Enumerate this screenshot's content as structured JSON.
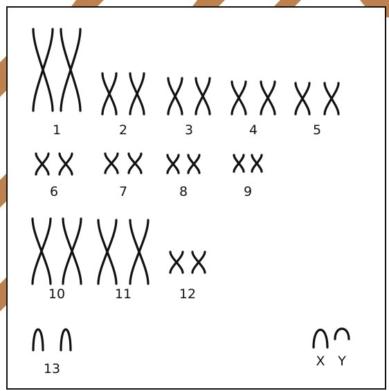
{
  "colors": {
    "background": "#ffffff",
    "frame": "#111111",
    "ink": "#111111",
    "watermark": "#b36a2e"
  },
  "karyotype": {
    "groups": [
      {
        "label": "1",
        "type": "x-pair",
        "size": "large"
      },
      {
        "label": "2",
        "type": "x-pair",
        "size": "medium"
      },
      {
        "label": "3",
        "type": "x-pair",
        "size": "medium"
      },
      {
        "label": "4",
        "type": "x-pair",
        "size": "medium"
      },
      {
        "label": "5",
        "type": "x-pair",
        "size": "medium"
      },
      {
        "label": "6",
        "type": "x-pair",
        "size": "small"
      },
      {
        "label": "7",
        "type": "x-pair",
        "size": "small"
      },
      {
        "label": "8",
        "type": "x-pair",
        "size": "small"
      },
      {
        "label": "9",
        "type": "x-pair",
        "size": "small"
      },
      {
        "label": "10",
        "type": "x-pair",
        "size": "large"
      },
      {
        "label": "11",
        "type": "x-pair",
        "size": "large"
      },
      {
        "label": "12",
        "type": "x-pair",
        "size": "small"
      },
      {
        "label": "13",
        "type": "arch-pair",
        "size": "small"
      }
    ],
    "sex": {
      "x_label": "X",
      "y_label": "Y"
    }
  }
}
